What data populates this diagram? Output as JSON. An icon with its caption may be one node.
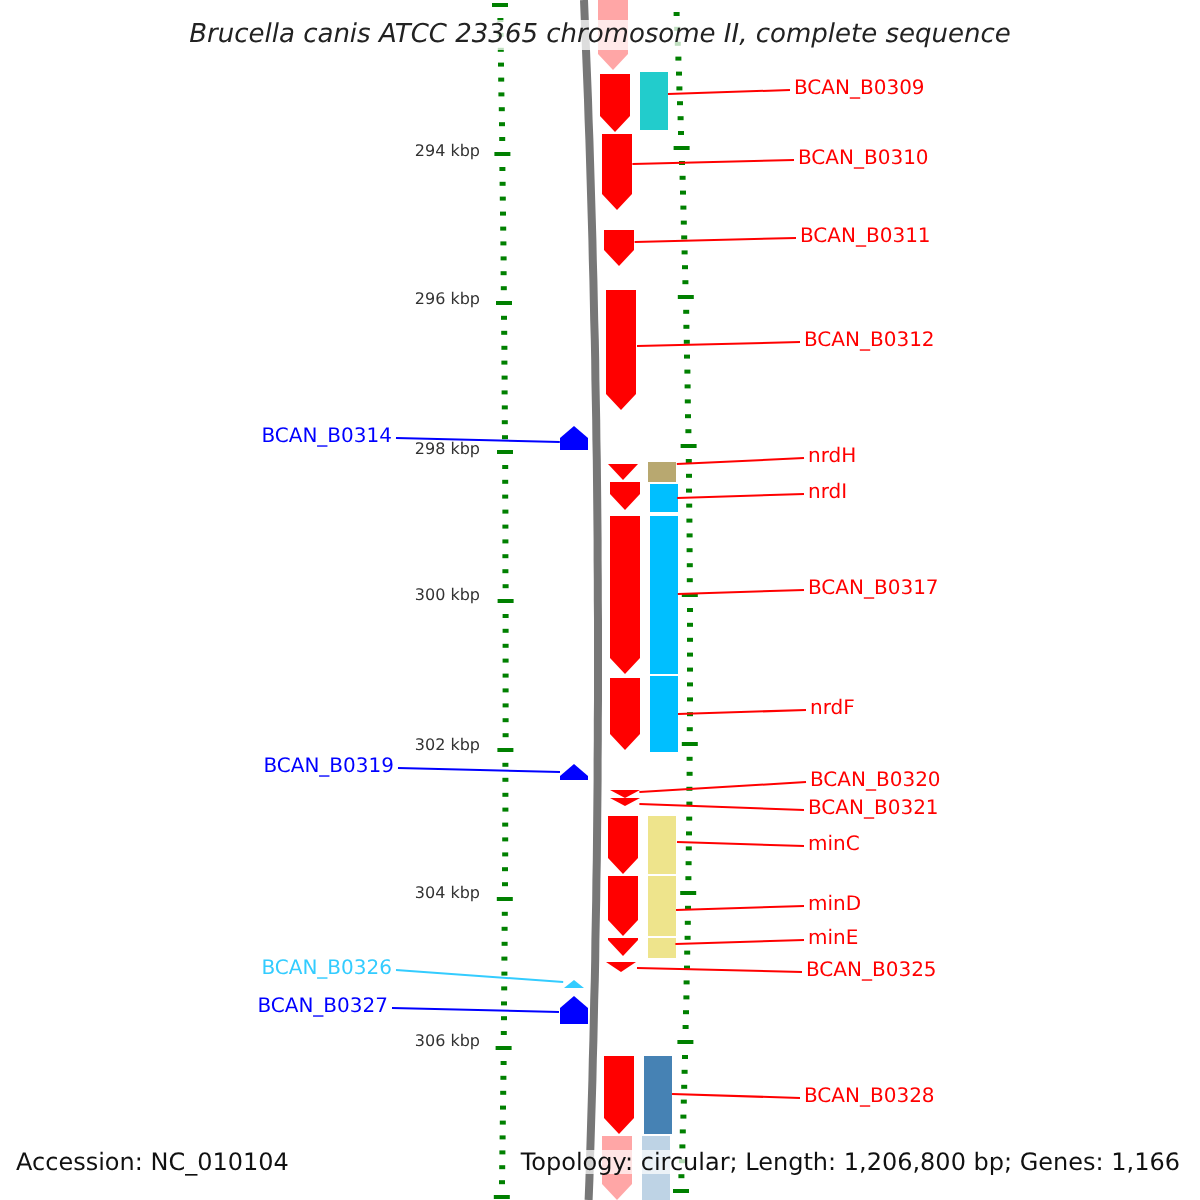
{
  "diagram": {
    "title": "Brucella canis ATCC 23365 chromosome II, complete sequence",
    "nodes": [
      {
        "text": [],
        "shape": "pentagon"
      },
      {
        "text": [],
        "shape": "pentagon"
      },
      {
        "text": [],
        "shape": "box"
      },
      {
        "text": [
          "BCAN_B0309"
        ]
      },
      {
        "text": [],
        "shape": "pentagon"
      },
      {
        "text": [
          "BCAN_B0310"
        ]
      },
      {
        "text": [],
        "shape": "pentagon"
      },
      {
        "text": [
          "BCAN_B0311"
        ]
      },
      {
        "text": [],
        "shape": "pentagon"
      },
      {
        "text": [
          "BCAN_B0312"
        ]
      },
      {
        "text": [
          "BCAN_B0314"
        ]
      },
      {
        "text": [],
        "shape": "pentagon"
      },
      {
        "text": [],
        "shape": "pentagon"
      },
      {
        "text": [],
        "shape": "box"
      },
      {
        "text": [
          "nrdH"
        ]
      },
      {
        "text": [],
        "shape": "pentagon"
      },
      {
        "text": [],
        "shape": "box"
      },
      {
        "text": [
          "nrdI"
        ]
      },
      {
        "text": [],
        "shape": "pentagon"
      },
      {
        "text": [],
        "shape": "box"
      },
      {
        "text": [
          "BCAN_B0317"
        ]
      },
      {
        "text": [],
        "shape": "pentagon"
      },
      {
        "text": [],
        "shape": "box"
      },
      {
        "text": [
          "nrdF"
        ]
      },
      {
        "text": [
          "BCAN_B0319"
        ]
      },
      {
        "text": [],
        "shape": "pentagon"
      },
      {
        "text": [],
        "shape": "pentagon"
      },
      {
        "text": [],
        "shape": "pentagon"
      },
      {
        "text": [
          "BCAN_B0320"
        ]
      },
      {
        "text": [
          "BCAN_B0321"
        ]
      },
      {
        "text": [],
        "shape": "pentagon"
      },
      {
        "text": [],
        "shape": "box"
      },
      {
        "text": [
          "minC"
        ]
      },
      {
        "text": [],
        "shape": "pentagon"
      },
      {
        "text": [],
        "shape": "box"
      },
      {
        "text": [
          "minD"
        ]
      },
      {
        "text": [],
        "shape": "pentagon"
      },
      {
        "text": [],
        "shape": "box"
      },
      {
        "text": [
          "minE"
        ]
      },
      {
        "text": [],
        "shape": "pentagon"
      },
      {
        "text": [
          "BCAN_B0325"
        ]
      },
      {
        "text": [
          "BCAN_B0326"
        ]
      },
      {
        "text": [],
        "shape": "pentagon"
      },
      {
        "text": [
          "BCAN_B0327"
        ]
      },
      {
        "text": [],
        "shape": "pentagon"
      },
      {
        "text": [],
        "shape": "pentagon"
      },
      {
        "text": [],
        "shape": "box"
      },
      {
        "text": [
          "BCAN_B0328"
        ]
      },
      {
        "text": [],
        "shape": "pentagon"
      },
      {
        "text": [],
        "shape": "box"
      }
    ],
    "edges": [
      {
        "from": 3,
        "to": 2,
        "arrow": "none"
      },
      {
        "from": 5,
        "to": 4,
        "arrow": "none"
      },
      {
        "from": 7,
        "to": 6,
        "arrow": "none"
      },
      {
        "from": 9,
        "to": 8,
        "arrow": "none"
      },
      {
        "from": 10,
        "to": 11,
        "arrow": "none",
        "color": "#0000ff"
      },
      {
        "from": 14,
        "to": 13,
        "arrow": "none"
      },
      {
        "from": 17,
        "to": 16,
        "arrow": "none"
      },
      {
        "from": 20,
        "to": 19,
        "arrow": "none"
      },
      {
        "from": 23,
        "to": 22,
        "arrow": "none"
      },
      {
        "from": 24,
        "to": 25,
        "arrow": "none",
        "color": "#0000ff"
      },
      {
        "from": 28,
        "to": 26,
        "arrow": "none"
      },
      {
        "from": 29,
        "to": 27,
        "arrow": "none"
      },
      {
        "from": 32,
        "to": 31,
        "arrow": "none"
      },
      {
        "from": 35,
        "to": 34,
        "arrow": "none"
      },
      {
        "from": 38,
        "to": 37,
        "arrow": "none"
      },
      {
        "from": 40,
        "to": 39,
        "arrow": "none"
      },
      {
        "from": 41,
        "to": 42,
        "arrow": "none",
        "color": "#33ccff"
      },
      {
        "from": 43,
        "to": 44,
        "arrow": "none",
        "color": "#0000ff"
      },
      {
        "from": 47,
        "to": 46,
        "arrow": "none"
      }
    ],
    "labels": [
      "294 kbp",
      "296 kbp",
      "298 kbp",
      "300 kbp",
      "302 kbp",
      "304 kbp",
      "306 kbp",
      "Accession: NC_010104",
      "Topology: circular; Length: 1,206,800 bp; Genes: 1,166"
    ]
  }
}
